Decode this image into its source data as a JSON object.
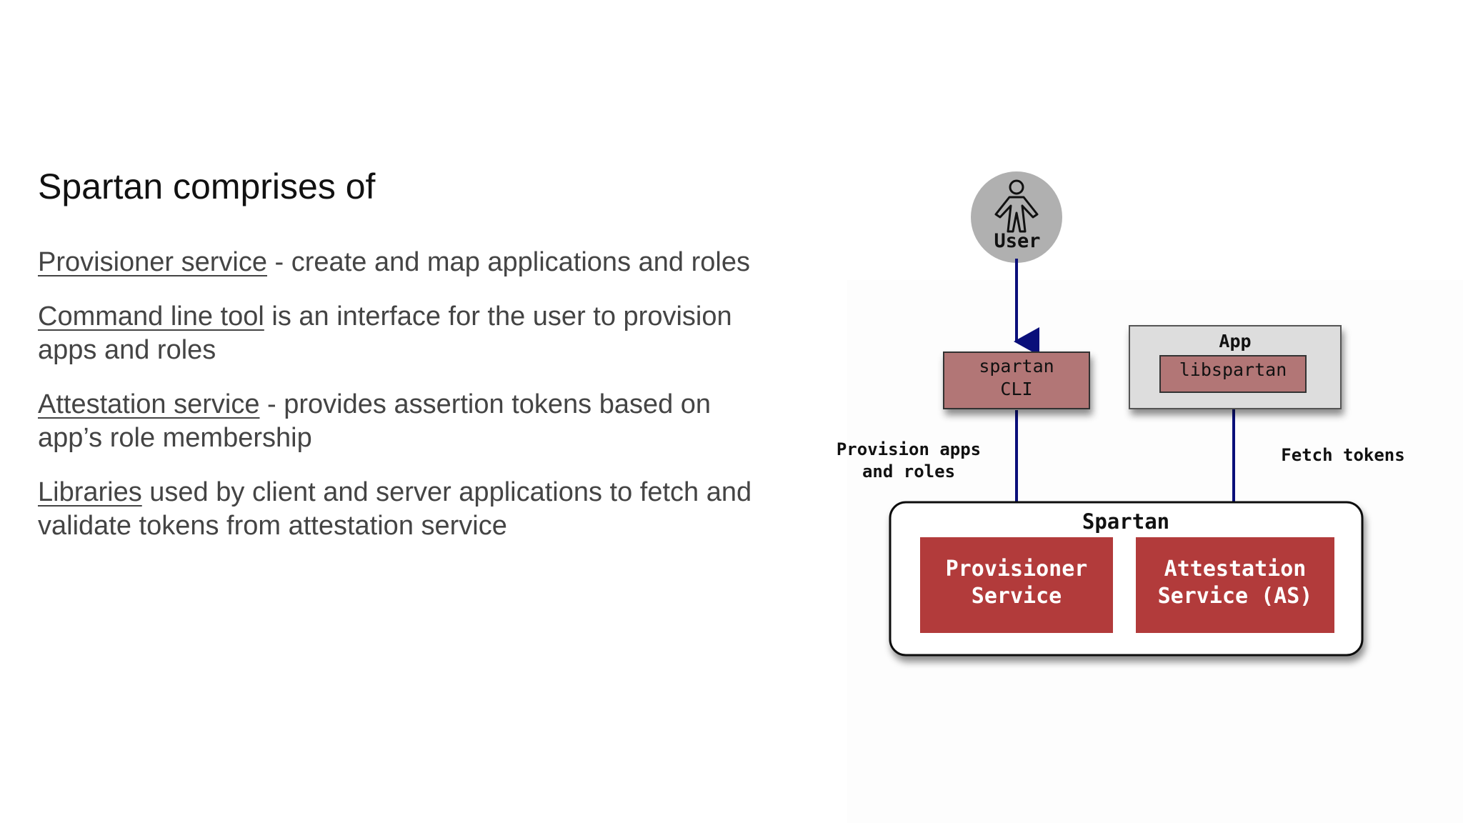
{
  "slide": {
    "title": "Spartan comprises of",
    "bullets": [
      {
        "term": "Provisioner service",
        "text": " - create and map applications and roles"
      },
      {
        "term": "Command line tool",
        "text": " is an interface for the user to provision apps and roles"
      },
      {
        "term": "Attestation service",
        "text": " - provides assertion tokens based on app’s role membership"
      },
      {
        "term": "Libraries",
        "text": " used by client and server applications to fetch and validate tokens from attestation service"
      }
    ]
  },
  "diagram": {
    "user_label": "User",
    "cli_line1": "spartan",
    "cli_line2": "CLI",
    "app_title": "App",
    "lib_label": "libspartan",
    "provision_line1": "Provision apps",
    "provision_line2": "and roles",
    "fetch_label": "Fetch tokens",
    "spartan_title": "Spartan",
    "provisioner_line1": "Provisioner",
    "provisioner_line2": "Service",
    "attestation_line1": "Attestation",
    "attestation_line2": "Service (AS)"
  },
  "colors": {
    "arrow": "#0a0f7a",
    "service_fill": "#b23b3b",
    "cli_fill": "#b27676",
    "app_fill": "#dddddd",
    "user_fill": "#b0b0b0"
  }
}
